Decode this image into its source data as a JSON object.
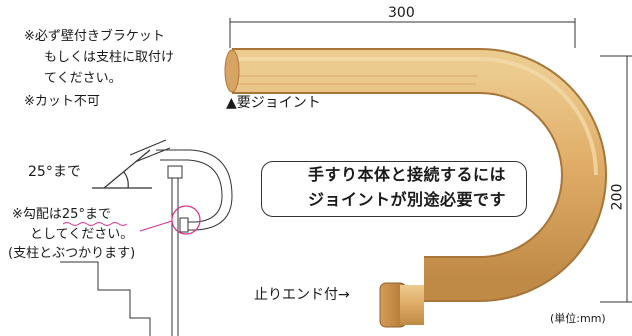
{
  "notes": {
    "line1": "※必ず壁付きブラケット",
    "line2": "もしくは支柱に取付け",
    "line3": "てください。",
    "line4": "※カット不可"
  },
  "joint_required": "▲要ジョイント",
  "angle": {
    "label": "25°まで"
  },
  "slope_note": {
    "line1_prefix": "※勾配は",
    "line1_emph": "25°まで",
    "line2": "としてください。",
    "line3": "(支柱とぶつかります)"
  },
  "callout": {
    "line1": "手すり本体と接続するには",
    "line2": "ジョイントが別途必要です"
  },
  "dimensions": {
    "width": "300",
    "height": "200",
    "unit": "(単位:mm)"
  },
  "end_cap_label": "止りエンド付→",
  "colors": {
    "wood_light": "#e8bb78",
    "wood_mid": "#d5a15a",
    "wood_dark": "#b9833f",
    "cap": "#c48c48",
    "emph_wave": "#d6338a"
  }
}
